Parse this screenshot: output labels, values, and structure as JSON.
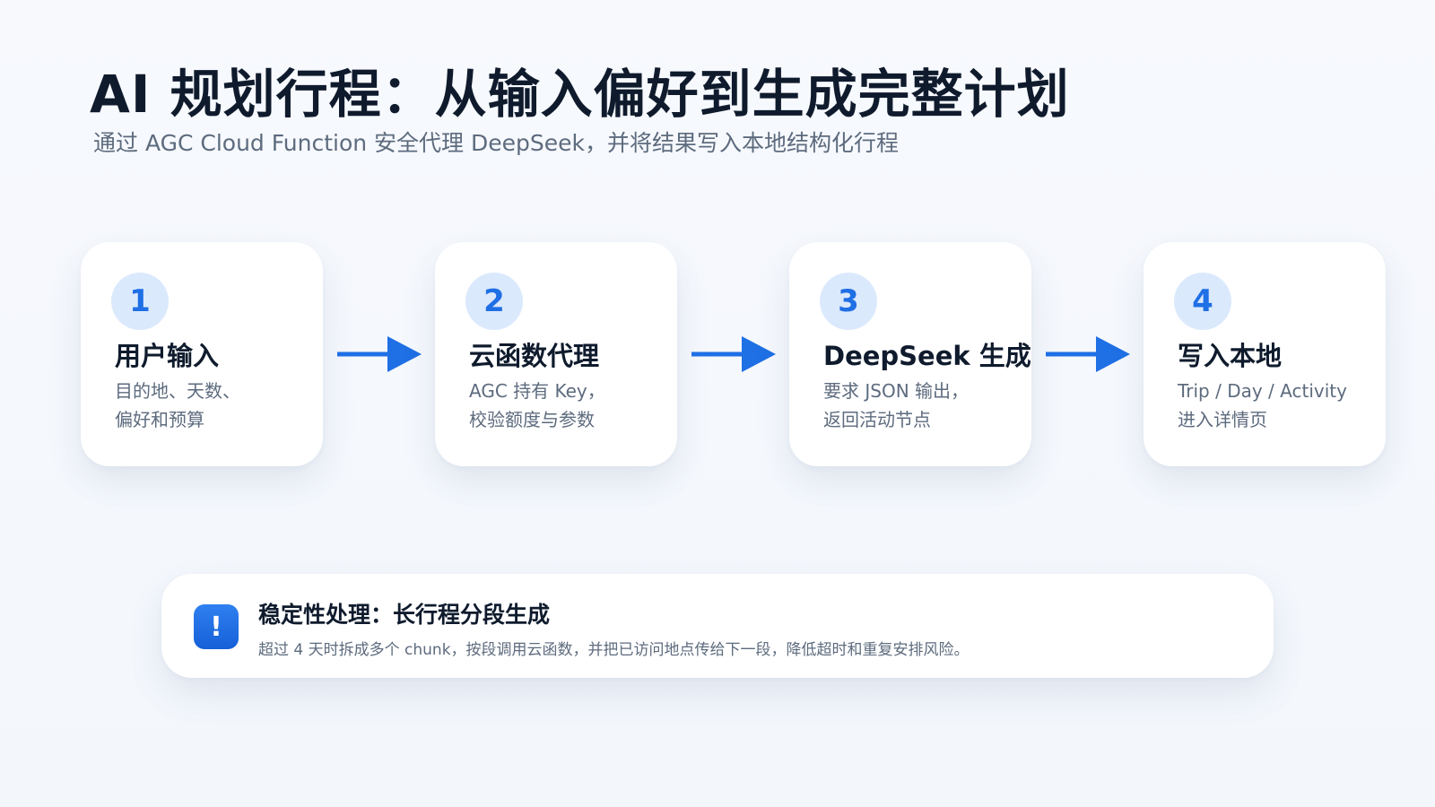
{
  "header": {
    "title": "AI 规划行程：从输入偏好到生成完整计划",
    "subtitle": "通过 AGC Cloud Function 安全代理 DeepSeek，并将结果写入本地结构化行程"
  },
  "steps": [
    {
      "number": "1",
      "title": "用户输入",
      "desc_line1": "目的地、天数、",
      "desc_line2": "偏好和预算"
    },
    {
      "number": "2",
      "title": "云函数代理",
      "desc_line1": "AGC 持有 Key，",
      "desc_line2": "校验额度与参数"
    },
    {
      "number": "3",
      "title": "DeepSeek 生成",
      "desc_line1": "要求 JSON 输出，",
      "desc_line2": "返回活动节点"
    },
    {
      "number": "4",
      "title": "写入本地",
      "desc_line1": "Trip / Day / Activity",
      "desc_line2": "进入详情页"
    }
  ],
  "note": {
    "icon": "exclamation-icon",
    "icon_glyph": "!",
    "title": "稳定性处理：长行程分段生成",
    "desc": "超过 4 天时拆成多个 chunk，按段调用云函数，并把已访问地点传给下一段，降低超时和重复安排风险。"
  },
  "colors": {
    "accent": "#1f6fe5",
    "badge_bg": "#dbe9fd",
    "title_text": "#0f1b2d",
    "body_text": "#5d6b7e",
    "card_bg": "#ffffff"
  }
}
